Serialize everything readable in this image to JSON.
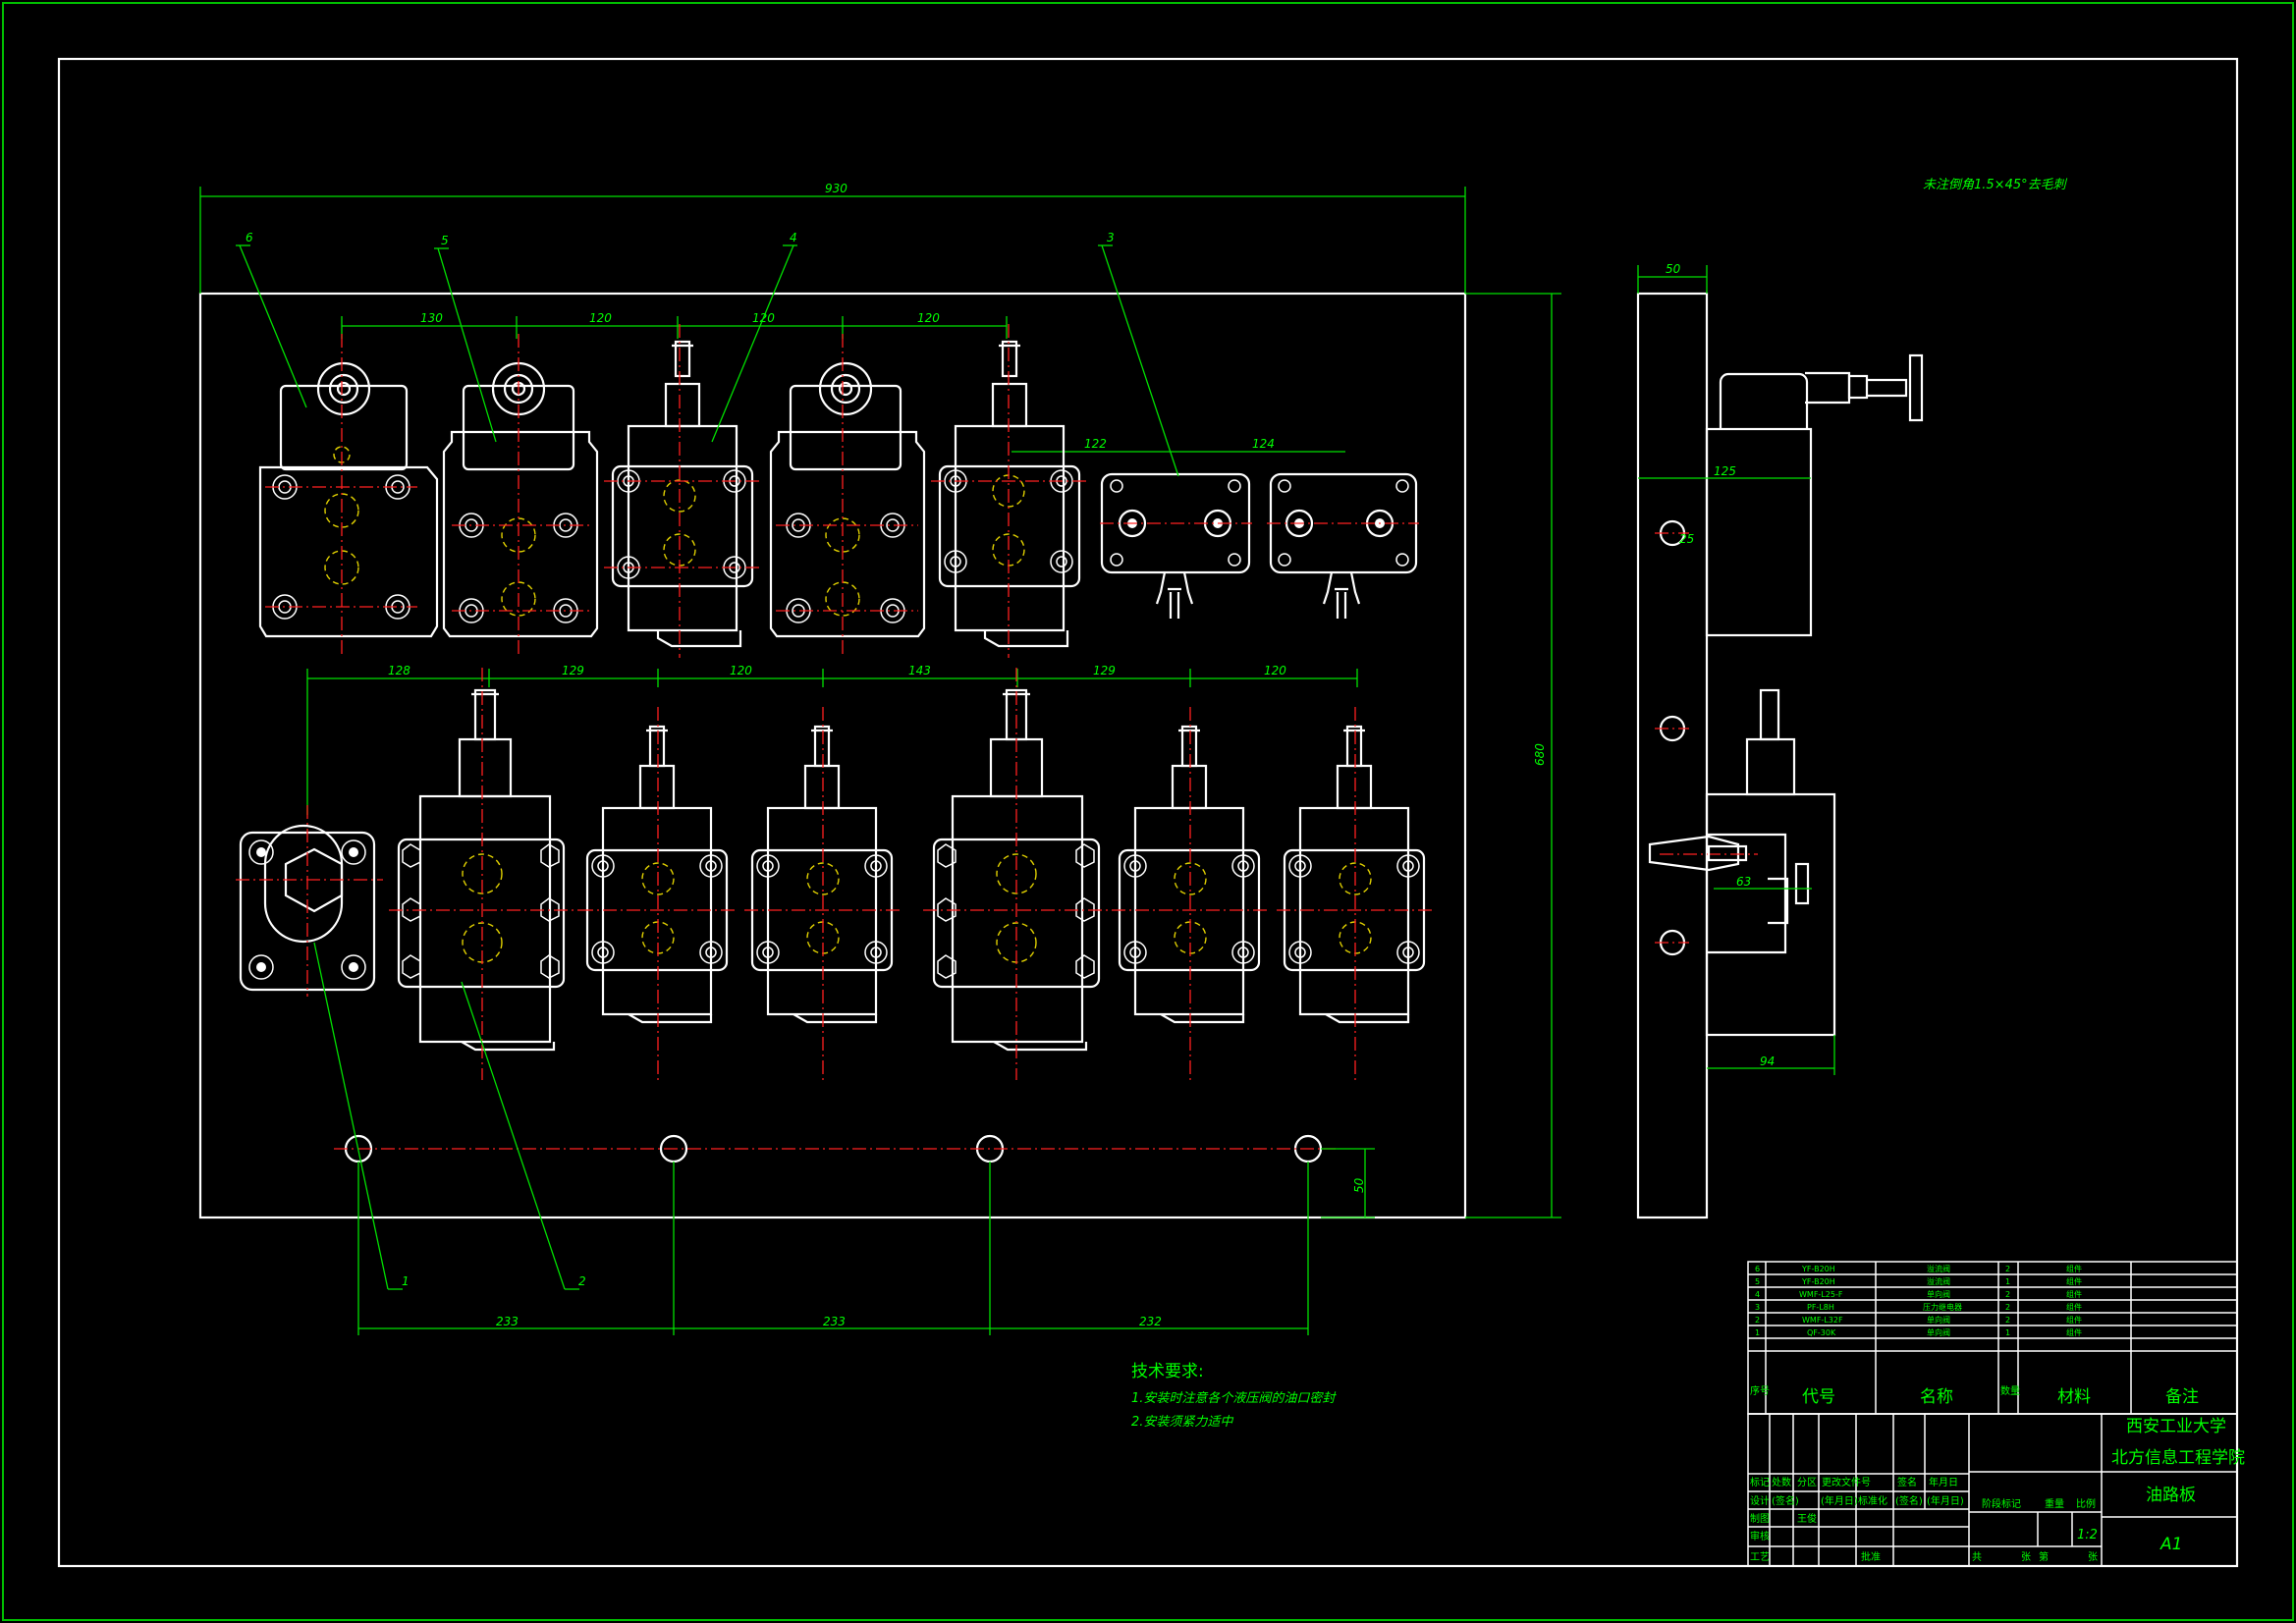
{
  "drawing": {
    "dimensions": {
      "overall_width": "930",
      "overall_height": "680",
      "side_thickness": "50",
      "side_valve_depth": "125",
      "side_hole_dia": "25",
      "side_bottom_width": "94",
      "side_small": "63",
      "bottom_edge": "50",
      "top_row": [
        "130",
        "120",
        "120",
        "120"
      ],
      "mid_row": [
        "122",
        "124"
      ],
      "bottom_row": [
        "128",
        "129",
        "120",
        "143",
        "129",
        "120"
      ],
      "holes": [
        "233",
        "233",
        "232"
      ]
    },
    "balloons": [
      "6",
      "5",
      "4",
      "3",
      "1",
      "2"
    ],
    "chamfer_note": "未注倒角1.5×45°去毛刺"
  },
  "notes": {
    "title": "技术要求:",
    "items": [
      "1.安装时注意各个液压阀的油口密封",
      "2.安装须紧力适中"
    ]
  },
  "parts_list": {
    "rows": [
      {
        "no": "6",
        "code": "YF-B20H",
        "name": "溢流阀",
        "qty": "2",
        "material": "组件",
        "remark": ""
      },
      {
        "no": "5",
        "code": "YF-B20H",
        "name": "溢流阀",
        "qty": "1",
        "material": "组件",
        "remark": ""
      },
      {
        "no": "4",
        "code": "WMF-L25-F",
        "name": "单向阀",
        "qty": "2",
        "material": "组件",
        "remark": ""
      },
      {
        "no": "3",
        "code": "PF-L8H",
        "name": "压力继电器",
        "qty": "2",
        "material": "组件",
        "remark": ""
      },
      {
        "no": "2",
        "code": "WMF-L32F",
        "name": "单向阀",
        "qty": "2",
        "material": "组件",
        "remark": ""
      },
      {
        "no": "1",
        "code": "QF-30K",
        "name": "单向阀",
        "qty": "1",
        "material": "组件",
        "remark": ""
      }
    ],
    "header": {
      "no": "序号",
      "code": "代号",
      "name": "名称",
      "qty": "数量",
      "material": "材料",
      "remark": "备注"
    }
  },
  "title_block": {
    "school": "西安工业大学",
    "college": "北方信息工程学院",
    "drawing_name": "油路板",
    "sheet_size": "A1",
    "scale": "1:2",
    "sign_rows": [
      [
        "标记",
        "处数",
        "分区",
        "更改文件号",
        "签名",
        "年月日"
      ],
      [
        "设计",
        "(签名)",
        "(年月日)",
        "标准化",
        "(签名)",
        "(年月日)"
      ],
      [
        "制图",
        "王俊"
      ],
      [
        "审核"
      ],
      [
        "工艺",
        "",
        "",
        "批准"
      ]
    ],
    "stage_label": "阶段标记",
    "weight_label": "重量",
    "scale_label": "比例",
    "sheets": [
      "共",
      "张",
      "第",
      "张"
    ]
  }
}
